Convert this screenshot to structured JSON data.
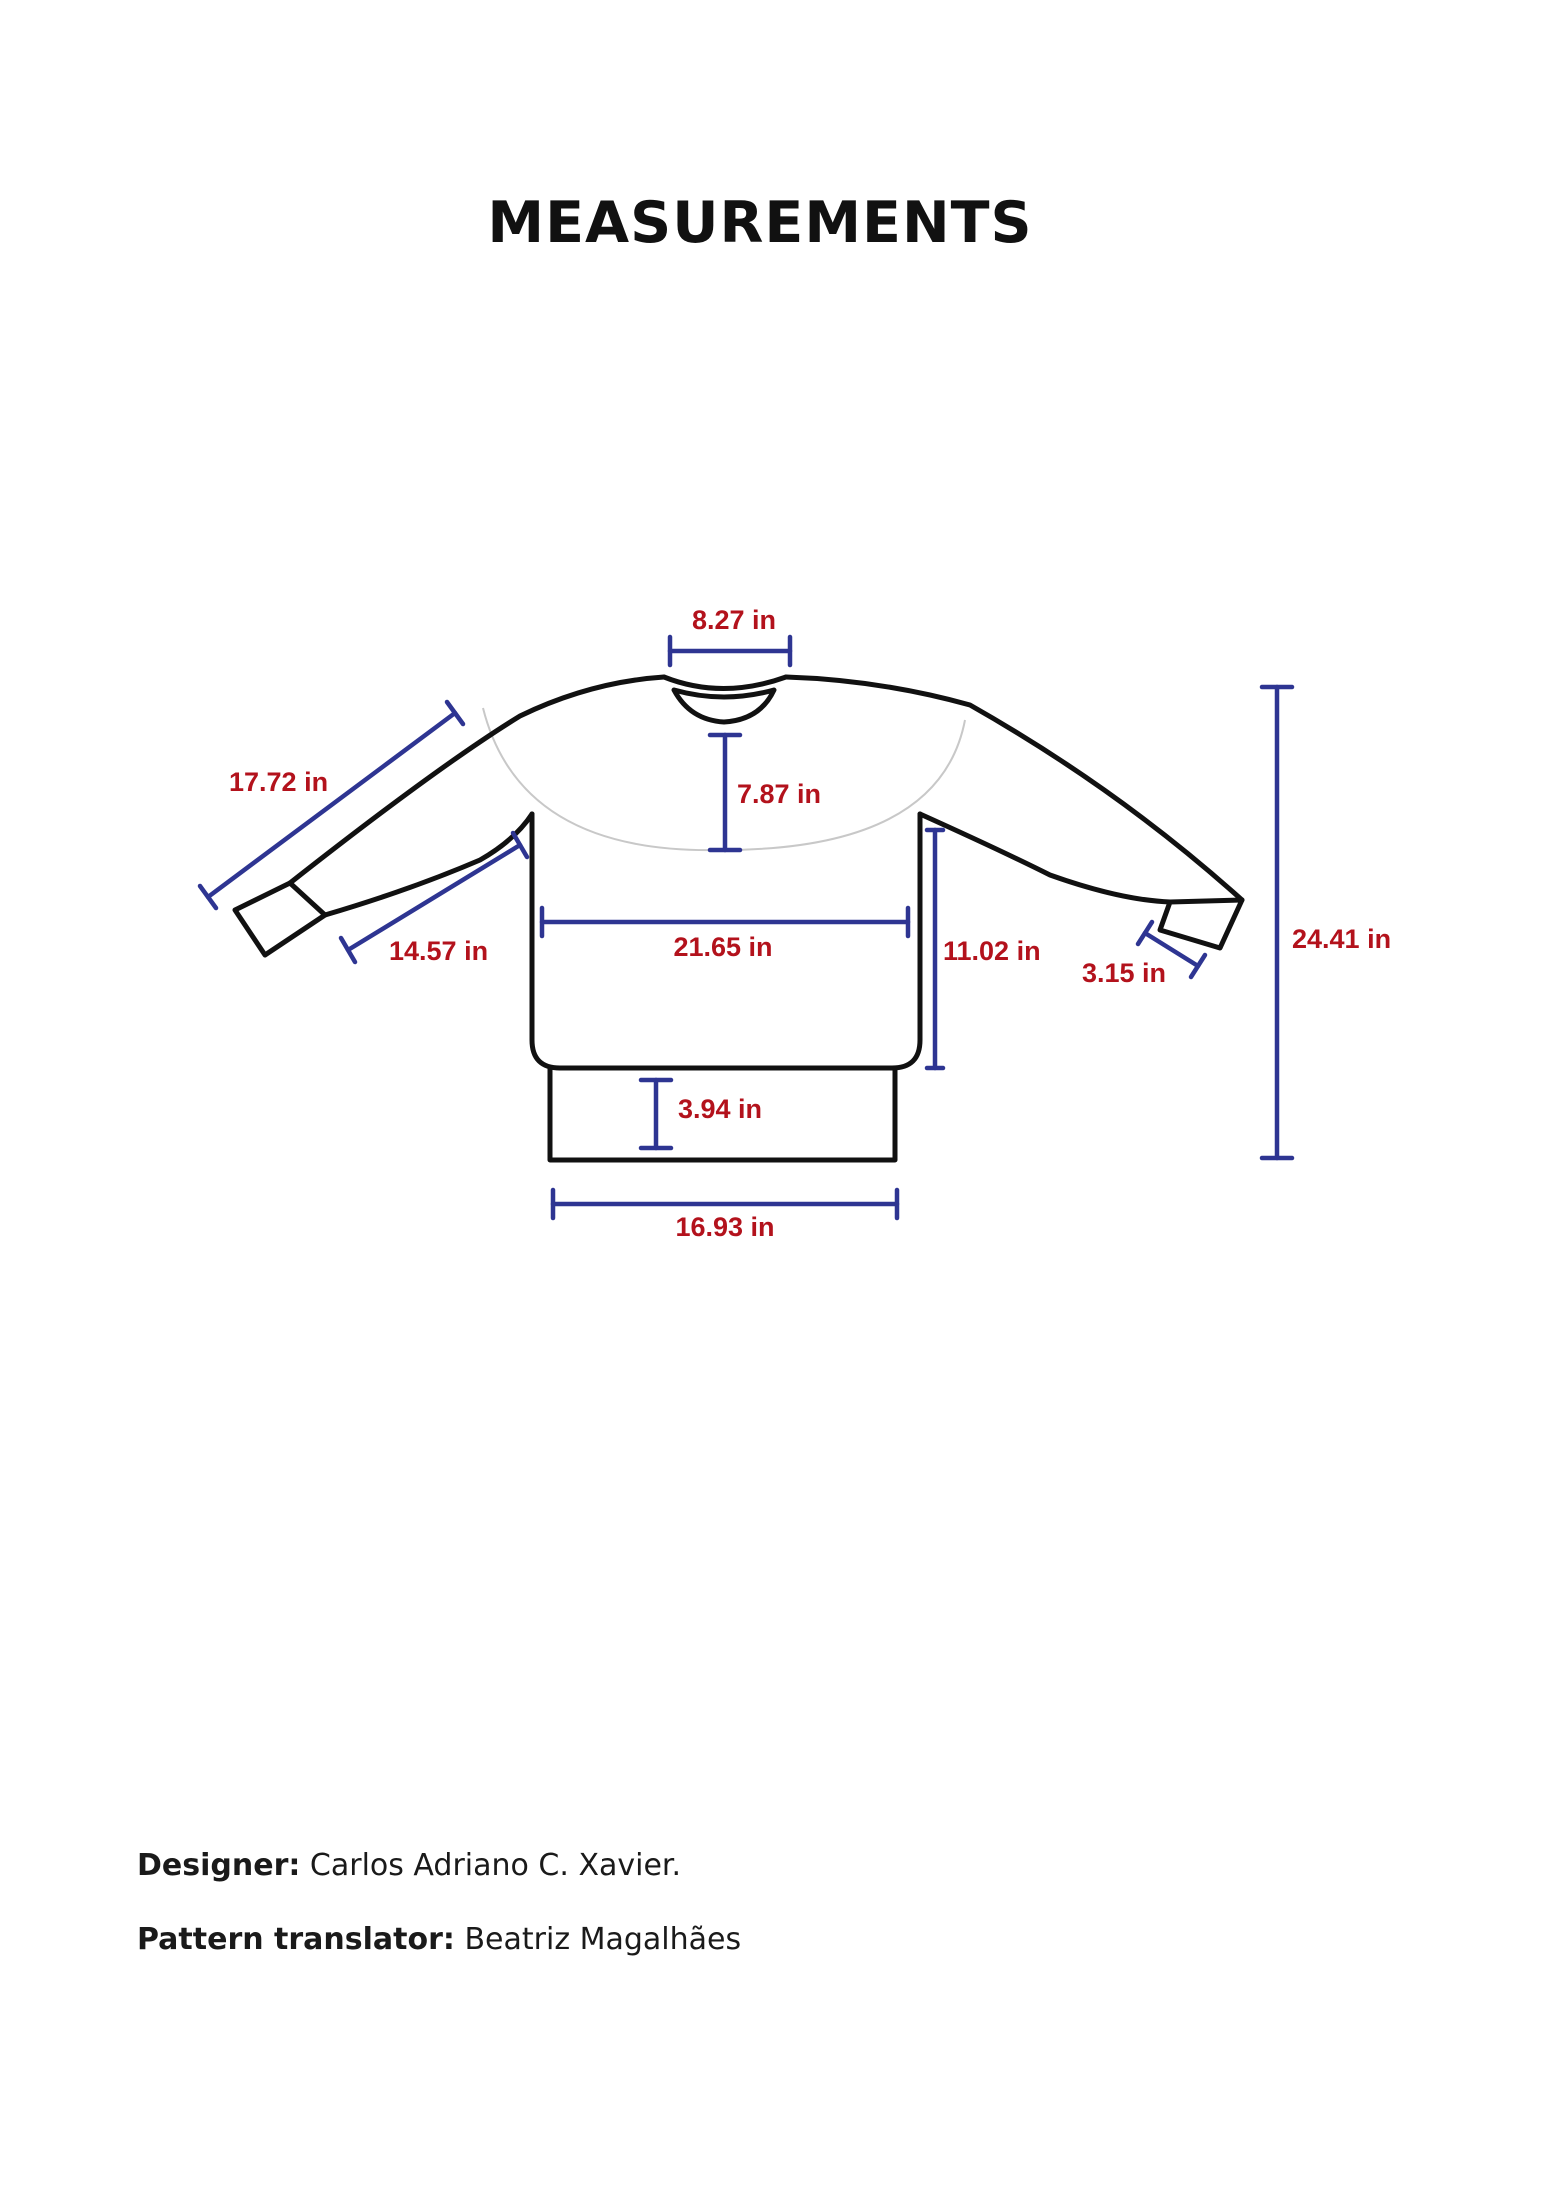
{
  "page": {
    "title": "MEASUREMENTS"
  },
  "diagram": {
    "subject": "sweater-flat-diagram",
    "colors": {
      "outline": "#111111",
      "yoke_line": "#c8c8c8",
      "dimension_line": "#2e3592",
      "label_text": "#b3121c"
    },
    "measurements": {
      "neck_width": "8.27 in",
      "yoke_depth": "7.87 in",
      "sleeve_length": "17.72 in",
      "underarm_sleeve_length": "14.57 in",
      "chest_width": "21.65 in",
      "body_length": "11.02 in",
      "cuff_depth": "3.15 in",
      "total_length": "24.41 in",
      "ribbing_depth": "3.94 in",
      "hem_width": "16.93 in"
    }
  },
  "credits": {
    "designer_label": "Designer:",
    "designer_name": "Carlos Adriano C. Xavier.",
    "translator_label": "Pattern translator:",
    "translator_name": "Beatriz Magalhães"
  }
}
